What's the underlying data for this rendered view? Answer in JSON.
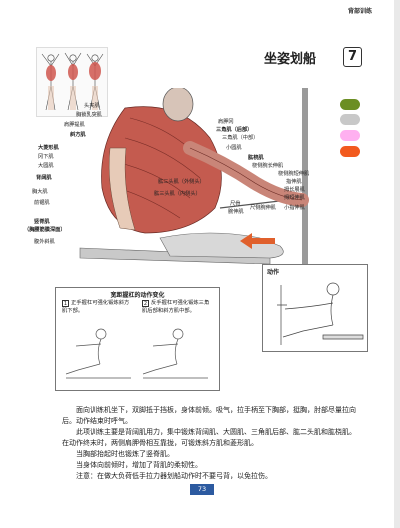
{
  "running_head": "背部训练",
  "header": {
    "title": "坐姿划船",
    "chapter_number": "7"
  },
  "color_swatches": [
    "#6b8e23",
    "#c8c8c8",
    "#ffb0f0",
    "#f25a1e"
  ],
  "muscle_labels": {
    "head_splenius": "头夹肌",
    "scm": "胸锁乳突肌",
    "levator_scapulae": "肩胛提肌",
    "trapezius": "斜方肌",
    "rhomboid_major": "大菱形肌",
    "infraspinatus": "冈下肌",
    "teres_major": "大圆肌",
    "latissimus": "背阔肌",
    "pectoralis_major": "胸大肌",
    "serratus_anterior": "前锯肌",
    "erector_spinae": "竖脊肌",
    "erector_note": "（胸腰筋膜深面）",
    "external_oblique": "腹外斜肌",
    "acromion": "肩胛冈",
    "deltoid_posterior": "三角肌（后部）",
    "deltoid_middle": "三角肌（中部）",
    "teres_minor": "小圆肌",
    "brachioradialis": "肱桡肌",
    "ecrl": "桡侧腕长伸肌",
    "ecrb": "桡侧腕短伸肌",
    "extensor_digitorum": "指伸肌",
    "epl": "拇长展肌",
    "epb": "拇短伸肌",
    "triceps_lateral": "肱三头肌（外侧头）",
    "triceps_medial": "肱三头肌（内侧头）",
    "biceps": "肱二头肌",
    "ulna": "尺骨",
    "ecu": "腕伸肌",
    "ulnar_extensor": "尺侧腕伸肌",
    "anconeus": "小指伸肌"
  },
  "action": {
    "label": "动作"
  },
  "variations": {
    "title": "宽距握杠的动作变化",
    "items": [
      {
        "num": "1",
        "text": "正手握杠可强化锻炼斜方肌下部。"
      },
      {
        "num": "2",
        "text": "反手握杠可强化锻炼三角肌后部和斜方肌中部。"
      }
    ]
  },
  "body": {
    "paragraphs": [
      "面向训练机坐下，双脚抵于挡板，身体前倾。吸气，拉手柄至下胸部，挺胸，肘部尽量拉向后。动作结束时呼气。",
      "此项训练主要是背阔肌用力，集中锻炼背阔肌、大圆肌、三角肌后部、肱二头肌和肱桡肌。在动作终末时，两侧肩胛骨相互靠拢，可锻炼斜方肌和菱形肌。",
      "当胸部抬起时也锻炼了竖脊肌。",
      "当身体向前倾时，增加了背肌的柔韧性。",
      "注意：在做大负荷低手拉力器划船动作时不要弓背，以免拉伤。"
    ]
  },
  "page_number": "73"
}
